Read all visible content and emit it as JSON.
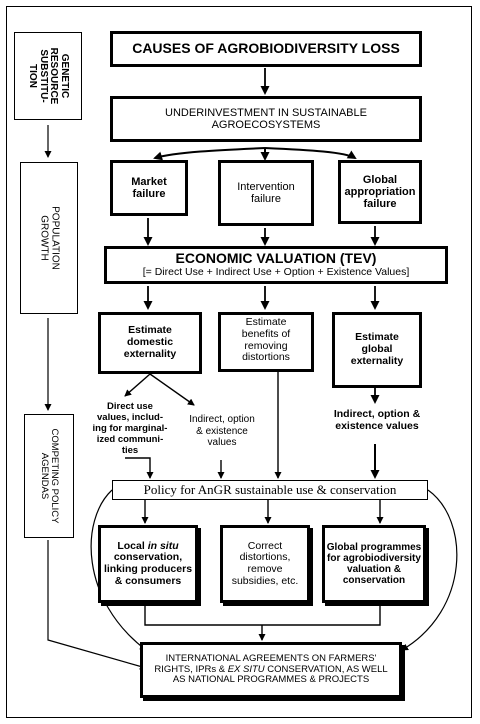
{
  "side": {
    "genetic": "GENETIC\nRESOURCE\nSUBSTITU-\nTION",
    "population": "POPULATION\nGROWTH",
    "competing": "COMPETING POLICY\nAGENDAS"
  },
  "title": "CAUSES OF AGROBIODIVERSITY LOSS",
  "underinvestment": "UNDERINVESTMENT IN SUSTAINABLE\nAGROECOSYSTEMS",
  "failures": {
    "market": "Market\nfailure",
    "intervention": "Intervention\nfailure",
    "global": "Global\nappropriation\nfailure"
  },
  "tev": {
    "title": "ECONOMIC VALUATION (TEV)",
    "formula": "[= Direct Use + Indirect Use + Option + Existence Values]"
  },
  "estimates": {
    "domestic": "Estimate\ndomestic\nexternality",
    "benefits": "Estimate\nbenefits of\nremoving\ndistortions",
    "global": "Estimate\nglobal\nexternality"
  },
  "values": {
    "direct": "Direct use\nvalues, includ-\ning for marginal-\nized communi-\nties",
    "indirect_left": "Indirect, option\n& existence\nvalues",
    "indirect_right": "Indirect, option &\nexistence values"
  },
  "policy": "Policy for AnGR sustainable use & conservation",
  "actions": {
    "local_prefix": "Local ",
    "local_italic": "in situ",
    "local_rest": "conservation,\nlinking producers\n& consumers",
    "correct": "Correct\ndistortions,\nremove\nsubsidies, etc.",
    "global": "Global programmes\nfor agrobiodiversity\nvaluation &\nconservation"
  },
  "agreements": {
    "line1": "INTERNATIONAL AGREEMENTS ON FARMERS'",
    "line2_prefix": "RIGHTS, IPRs & ",
    "line2_italic": "EX SITU",
    "line2_rest": " CONSERVATION, AS WELL",
    "line3": "AS NATIONAL PROGRAMMES & PROJECTS"
  }
}
